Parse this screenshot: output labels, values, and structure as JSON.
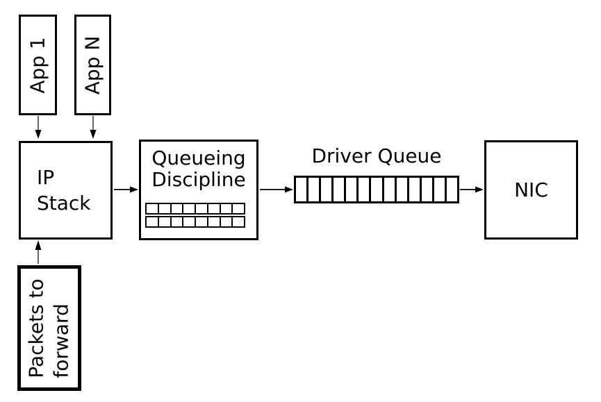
{
  "diagram": {
    "colors": {
      "background": "#ffffff",
      "line": "#000000",
      "text": "#000000"
    },
    "nodes": {
      "app1": {
        "label": "App 1"
      },
      "appn": {
        "label": "App N"
      },
      "ip_stack": {
        "line1": "IP",
        "line2": "Stack"
      },
      "queueing_discipline": {
        "line1": "Queueing",
        "line2": "Discipline",
        "rows": 2,
        "cells_per_row": 8
      },
      "driver_queue": {
        "label": "Driver Queue",
        "cells": 13
      },
      "nic": {
        "label": "NIC"
      },
      "packets_to_forward": {
        "line1": "Packets to",
        "line2": "forward"
      }
    }
  }
}
